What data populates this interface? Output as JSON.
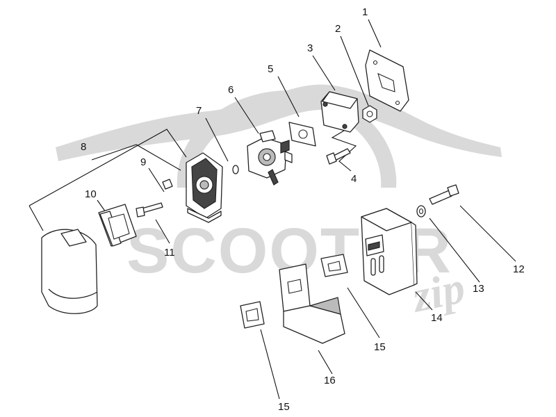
{
  "watermark": {
    "main": "SCOOTER",
    "script": "zip"
  },
  "callouts": [
    {
      "id": "c1",
      "text": "1"
    },
    {
      "id": "c2",
      "text": "2"
    },
    {
      "id": "c3",
      "text": "3"
    },
    {
      "id": "c4",
      "text": "4"
    },
    {
      "id": "c5",
      "text": "5"
    },
    {
      "id": "c6",
      "text": "6"
    },
    {
      "id": "c7",
      "text": "7"
    },
    {
      "id": "c8",
      "text": "8"
    },
    {
      "id": "c9",
      "text": "9"
    },
    {
      "id": "c10",
      "text": "10"
    },
    {
      "id": "c11",
      "text": "11"
    },
    {
      "id": "c12",
      "text": "12"
    },
    {
      "id": "c13",
      "text": "13"
    },
    {
      "id": "c14",
      "text": "14"
    },
    {
      "id": "c15a",
      "text": "15"
    },
    {
      "id": "c15b",
      "text": "15"
    },
    {
      "id": "c16",
      "text": "16"
    }
  ]
}
